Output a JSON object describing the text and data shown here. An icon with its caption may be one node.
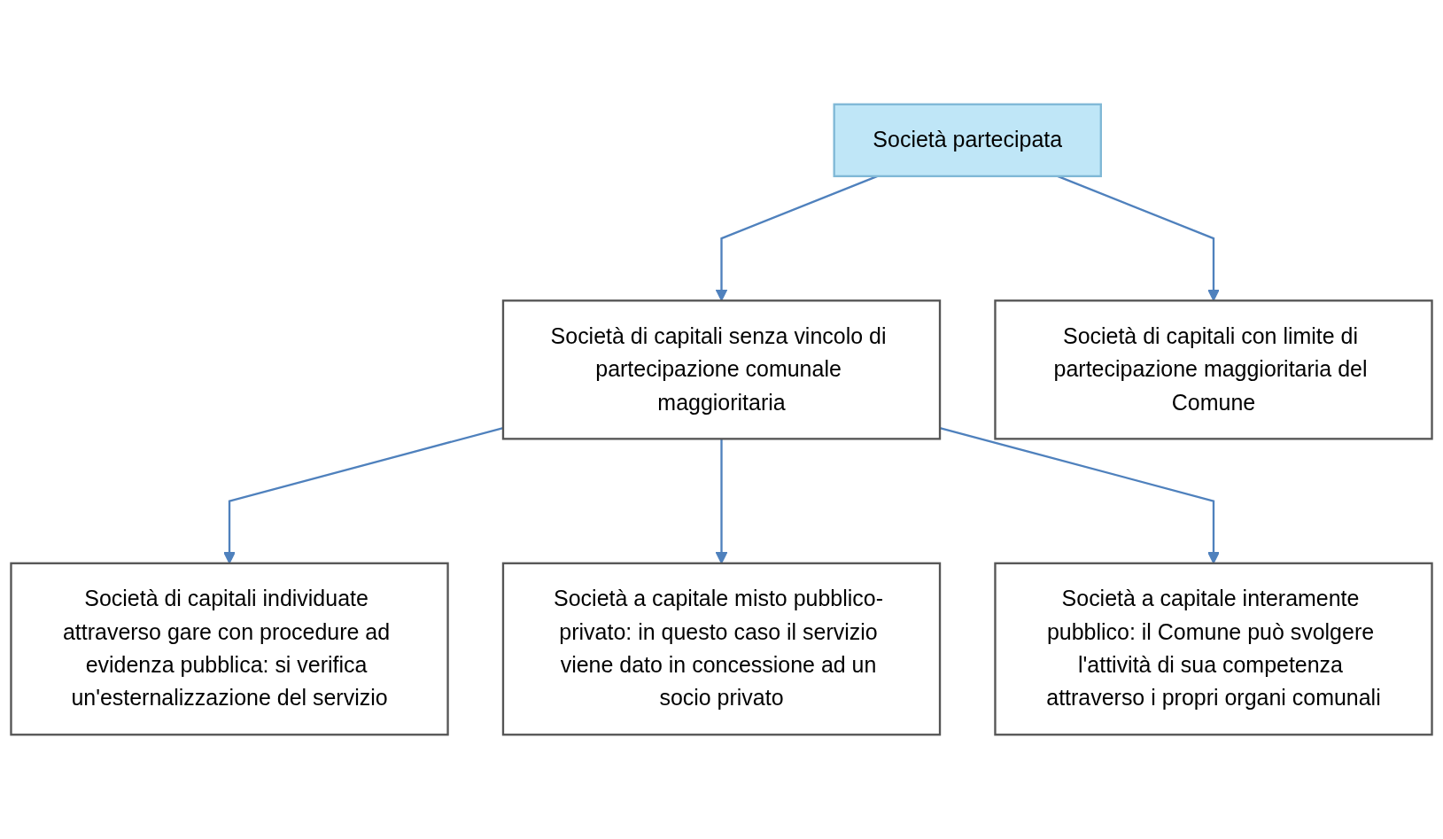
{
  "diagram": {
    "nodes": [
      {
        "text": [
          "Società partecipata"
        ]
      },
      {
        "text": [
          "Società di capitali senza vincolo di partecipazione comunale maggioritaria"
        ]
      },
      {
        "text": [
          "Società di capitali con limite di partecipazione maggioritaria del Comune"
        ]
      },
      {
        "text": [
          "Società di capitali individuate attraverso gare con procedure ad evidenza pubblica: si verifica un'esternalizzazione del servizio"
        ]
      },
      {
        "text": [
          "Società a capitale misto pubblico- privato: in questo caso il servizio viene dato in concessione ad un socio privato"
        ]
      },
      {
        "text": [
          "Società a capitale interamente pubblico: il Comune può svolgere l'attività di sua competenza attraverso i propri organi comunali"
        ]
      }
    ],
    "edges": [
      {
        "from": 0,
        "to": 1,
        "arrow": "to"
      },
      {
        "from": 0,
        "to": 2,
        "arrow": "to"
      },
      {
        "from": 1,
        "to": 3,
        "arrow": "to"
      },
      {
        "from": 1,
        "to": 4,
        "arrow": "to"
      },
      {
        "from": 1,
        "to": 5,
        "arrow": "to"
      }
    ]
  }
}
